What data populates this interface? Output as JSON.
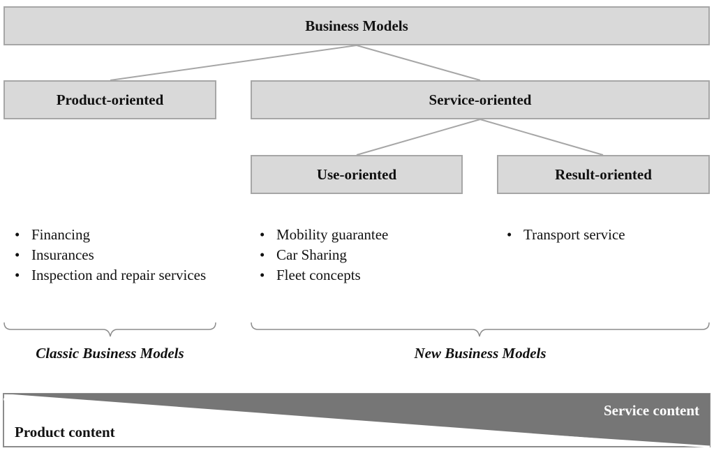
{
  "boxes": {
    "root": "Business Models",
    "product": "Product-oriented",
    "service": "Service-oriented",
    "use": "Use-oriented",
    "result": "Result-oriented"
  },
  "lists": {
    "classic": [
      "Financing",
      "Insurances",
      "Inspection and repair services"
    ],
    "use": [
      "Mobility guarantee",
      "Car Sharing",
      "Fleet concepts"
    ],
    "result": [
      "Transport service"
    ]
  },
  "groups": {
    "classic": "Classic Business Models",
    "new": "New Business Models"
  },
  "content_bar": {
    "service": "Service content",
    "product": "Product content"
  },
  "colors": {
    "box_fill": "#d9d9d9",
    "box_border": "#a6a6a6",
    "service_fill": "#767676"
  }
}
